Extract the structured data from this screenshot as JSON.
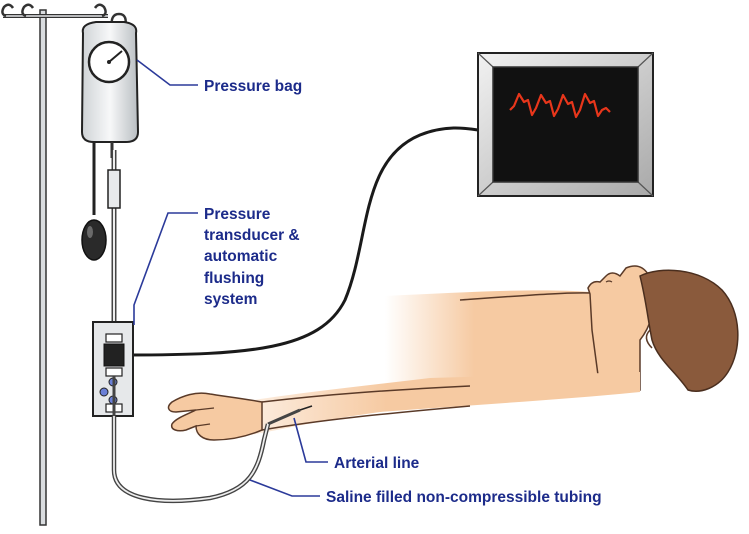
{
  "labels": {
    "pressure_bag": "Pressure bag",
    "transducer_line1": "Pressure",
    "transducer_line2": "transducer &",
    "transducer_line3": "automatic",
    "transducer_line4": "flushing",
    "transducer_line5": "system",
    "arterial_line": "Arterial line",
    "tubing": "Saline filled non-compressible tubing"
  },
  "colors": {
    "label_text": "#1c2b8a",
    "leader_line": "#2b3a9a",
    "monitor_screen": "#111111",
    "waveform": "#e8361b",
    "skin": "#f6caa2",
    "hair": "#8a5a3c"
  }
}
